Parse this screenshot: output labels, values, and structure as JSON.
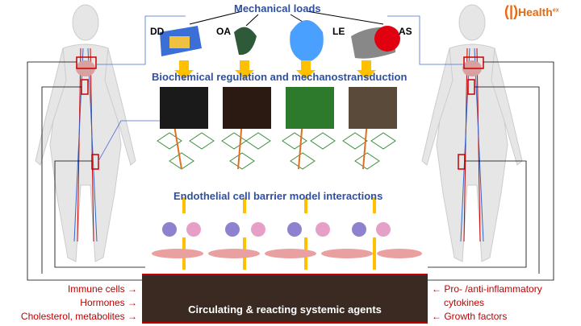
{
  "header": {
    "title": "Mechanical loads"
  },
  "loads": [
    {
      "label": "DD"
    },
    {
      "label": "OA"
    },
    {
      "label": "LE"
    },
    {
      "label": "AS"
    }
  ],
  "section1": "Biochemical regulation and mechanostransduction",
  "section2": "Endothelial cell barrier model interactions",
  "bottom": {
    "title": "Circulating & reacting systemic agents",
    "left": [
      "Immune cells",
      "Hormones",
      "Cholesterol, metabolites"
    ],
    "right": [
      "Pro- /anti-inflammatory",
      "cytokines",
      "Growth factors"
    ]
  },
  "logo": {
    "text": "Health",
    "suffix": "ex"
  },
  "colors": {
    "title": "#2f4f9f",
    "arrow": "#ffc000",
    "agent_label": "#c00000",
    "border": "#c00000"
  }
}
